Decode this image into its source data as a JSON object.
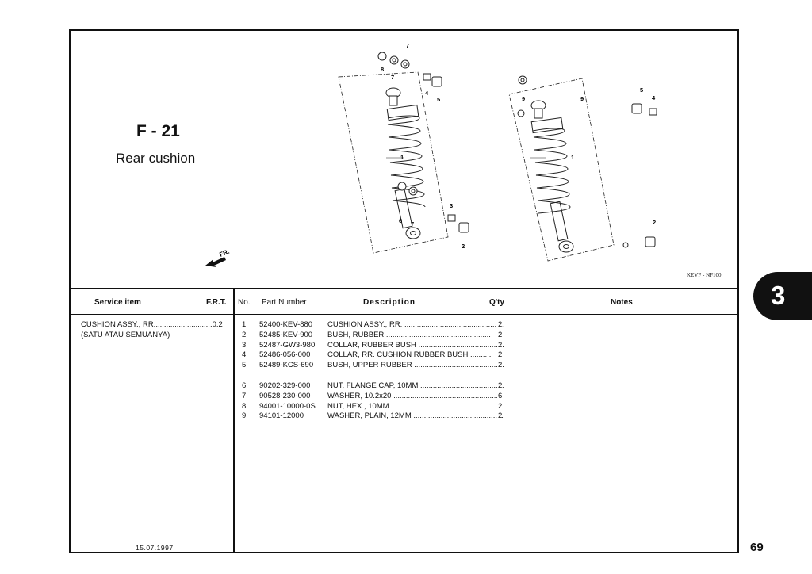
{
  "figure": {
    "code": "F - 21",
    "title": "Rear cushion",
    "drawing_code": "KEVF - NF100",
    "fr_label": "FR."
  },
  "table_header": {
    "service_item": "Service item",
    "frt": "F.R.T.",
    "no": "No.",
    "part_number": "Part Number",
    "description": "Description",
    "qty": "Q'ty",
    "notes": "Notes"
  },
  "service": {
    "line1": "CUSHION ASSY., RR............................0.2",
    "line2": "(SATU ATAU SEMUANYA)"
  },
  "parts_group1": [
    {
      "no": "1",
      "part_number": "52400-KEV-880",
      "description": "CUSHION ASSY., RR. ..................................................",
      "qty": "2"
    },
    {
      "no": "2",
      "part_number": "52485-KEV-900",
      "description": "BUSH, RUBBER ..................................................",
      "qty": "2"
    },
    {
      "no": "3",
      "part_number": "52487-GW3-980",
      "description": "COLLAR, RUBBER BUSH ..................................................",
      "qty": "2"
    },
    {
      "no": "4",
      "part_number": "52486-056-000",
      "description": "COLLAR, RR. CUSHION RUBBER BUSH ..........",
      "qty": "2"
    },
    {
      "no": "5",
      "part_number": "52489-KCS-690",
      "description": "BUSH, UPPER RUBBER ..................................................",
      "qty": "2"
    }
  ],
  "parts_group2": [
    {
      "no": "6",
      "part_number": "90202-329-000",
      "description": "NUT, FLANGE CAP, 10MM ..................................................",
      "qty": "2"
    },
    {
      "no": "7",
      "part_number": "90528-230-000",
      "description": "WASHER, 10.2x20 ..................................................",
      "qty": "6"
    },
    {
      "no": "8",
      "part_number": "94001-10000-0S",
      "description": "NUT, HEX., 10MM ..................................................",
      "qty": "2"
    },
    {
      "no": "9",
      "part_number": "94101-12000",
      "description": "WASHER, PLAIN, 12MM ..................................................",
      "qty": "2"
    }
  ],
  "callouts": {
    "left": [
      "7",
      "8",
      "7",
      "4",
      "5",
      "9",
      "1",
      "3",
      "6",
      "7",
      "2"
    ],
    "right": [
      "9",
      "5",
      "4",
      "7",
      "7",
      "8",
      "1",
      "2",
      "3",
      "7",
      "6"
    ]
  },
  "date": "15.07.1997",
  "chapter": "3",
  "page_number": "69"
}
